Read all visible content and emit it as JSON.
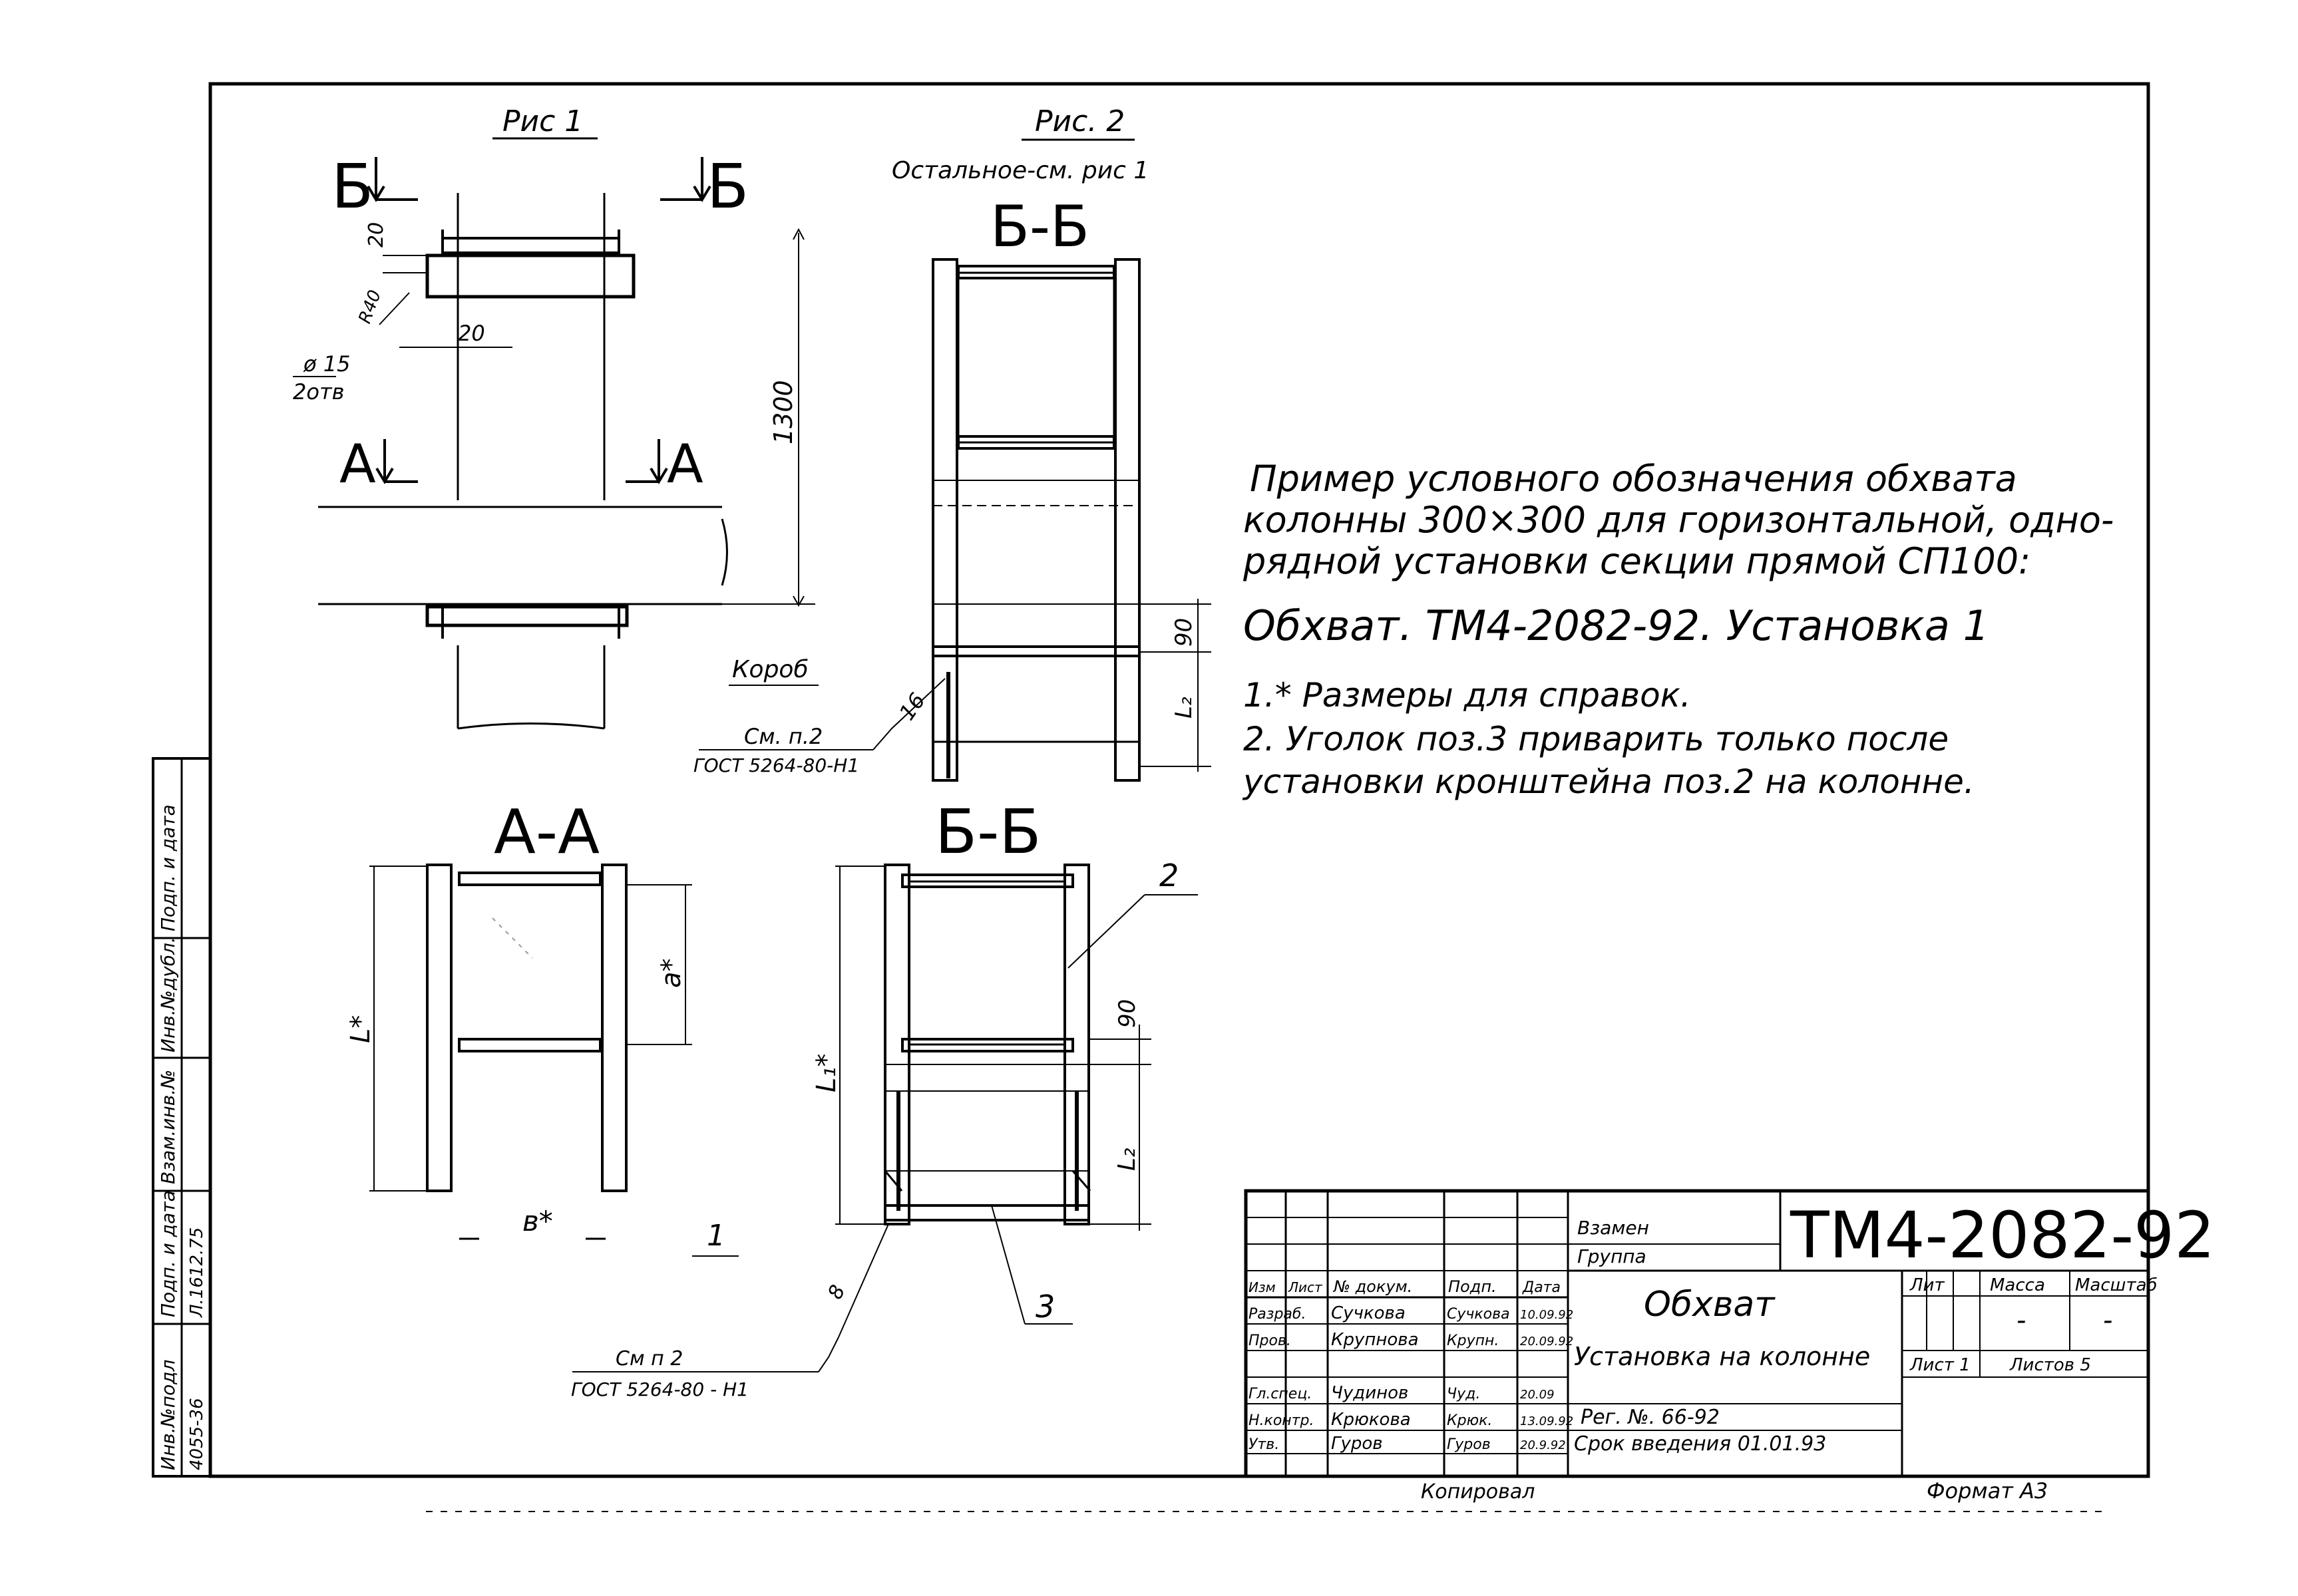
{
  "drawing": {
    "fig1": {
      "title": "Рис 1",
      "section_bb_left": "Б",
      "section_bb_right": "Б",
      "section_aa_left": "А",
      "section_aa_right": "А",
      "dim_20_top": "20",
      "dim_r40": "R40",
      "dim_20_mid": "20",
      "hole_dia": "ø 15",
      "hole_count": "2отв",
      "dim_1300": "1300",
      "box_label": "Короб",
      "weld_note": "См. п.2",
      "weld_std": "ГОСТ 5264-80-Н1",
      "weld_size": "16"
    },
    "fig2": {
      "title": "Рис. 2",
      "subtitle": "Остальное-см. рис 1",
      "section_title": "Б-Б",
      "dim_90": "90",
      "dim_l2": "L₂"
    },
    "section_aa": {
      "title": "А-А",
      "dim_l": "L*",
      "dim_a": "a*",
      "dim_b": "в*",
      "pos_1": "1"
    },
    "section_bb": {
      "title": "Б-Б",
      "pos_2": "2",
      "pos_3": "3",
      "dim_l1": "L₁*",
      "dim_90": "90",
      "dim_l2": "L₂",
      "dim_8": "8",
      "weld_note": "См п 2",
      "weld_std": "ГОСТ 5264-80 - Н1"
    }
  },
  "notes": {
    "example_line1": "Пример условного обозначения обхвата",
    "example_line2": "колонны 300×300 для горизонтальной, одно-",
    "example_line3": "рядной установки секции прямой СП100:",
    "designation": "Обхват. ТМ4-2082-92. Установка 1",
    "note1": "1.* Размеры для справок.",
    "note2_line1": "2. Уголок поз.3 приварить только после",
    "note2_line2": "установки кронштейна поз.2 на колонне."
  },
  "side_stamp": {
    "col1": "Инв.№подл",
    "col1_val": "4055-36",
    "col2": "Подп. и дата",
    "col2_val": "Л.1612.75",
    "col3": "Взам.инв.№",
    "col4": "Инв.№дубл.",
    "col5": "Подп. и дата"
  },
  "title_block": {
    "doc_number": "ТМ4-2082-92",
    "vzamen": "Взамен",
    "gruppa": "Группа",
    "name": "Обхват",
    "subname": "Установка на колонне",
    "reg_no": "Рег. №. 66-92",
    "deadline": "Срок введения 01.01.93",
    "col_izm": "Изм",
    "col_list": "Лист",
    "col_docnum": "№ докум.",
    "col_podp": "Подп.",
    "col_data": "Дата",
    "lit_label": "Лит",
    "mass_label": "Масса",
    "scale_label": "Масштаб",
    "mass_val": "-",
    "scale_val": "-",
    "sheet_label": "Лист 1",
    "sheets_label": "Листов 5",
    "roles": [
      {
        "role": "Разраб.",
        "name": "Сучкова",
        "sign": "Сучкова",
        "date": "10.09.92"
      },
      {
        "role": "Пров.",
        "name": "Крупнова",
        "sign": "Крупн.",
        "date": "20.09.92"
      },
      {
        "role": "Гл.спец.",
        "name": "Чудинов",
        "sign": "Чуд.",
        "date": "20.09"
      },
      {
        "role": "Н.контр.",
        "name": "Крюкова",
        "sign": "Крюк.",
        "date": "13.09.92"
      },
      {
        "role": "Утв.",
        "name": "Гуров",
        "sign": "Гуров",
        "date": "20.9.92"
      }
    ]
  },
  "footer": {
    "copied": "Копировал",
    "format": "Формат А3"
  }
}
